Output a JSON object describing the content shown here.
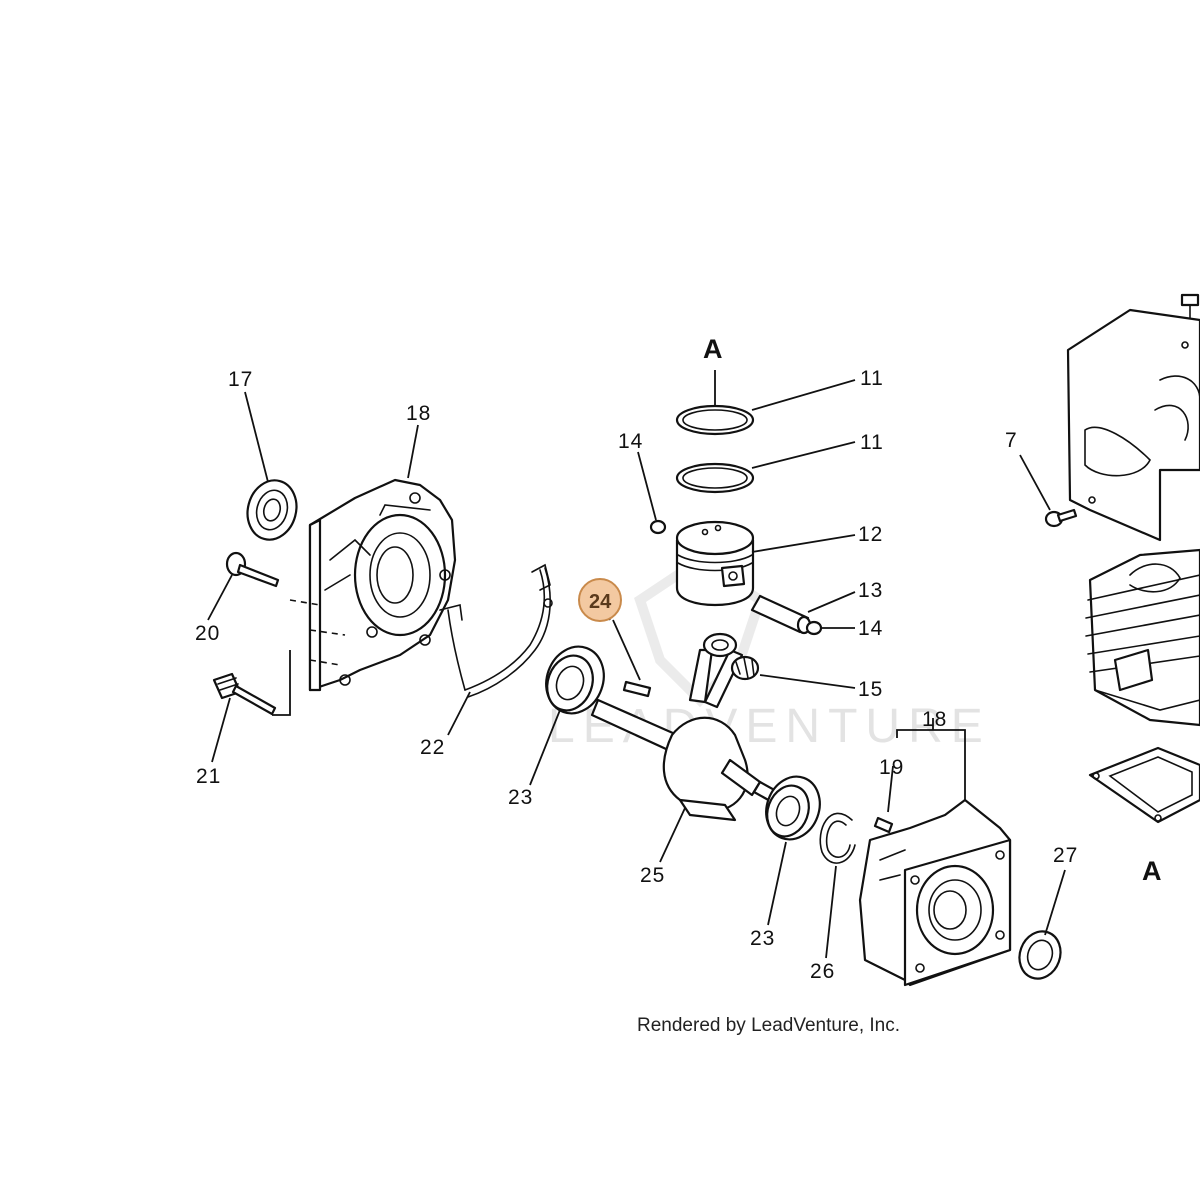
{
  "diagram": {
    "section_labels": [
      "A",
      "A"
    ],
    "callouts": {
      "c17": "17",
      "c18a": "18",
      "c20": "20",
      "c21": "21",
      "c22": "22",
      "c23a": "23",
      "c24": "24",
      "c14a": "14",
      "c11a": "11",
      "c11b": "11",
      "c12": "12",
      "c13": "13",
      "c14b": "14",
      "c15": "15",
      "c25": "25",
      "c18b": "18",
      "c19": "19",
      "c23b": "23",
      "c26": "26",
      "c27": "27",
      "c7": "7"
    },
    "highlighted_callout": "24",
    "watermark": "LEADVENTURE",
    "credit": "Rendered by LeadVenture, Inc."
  },
  "colors": {
    "highlight_fill": "#f3c9a1",
    "highlight_stroke": "#c98a4b",
    "line": "#111111"
  }
}
